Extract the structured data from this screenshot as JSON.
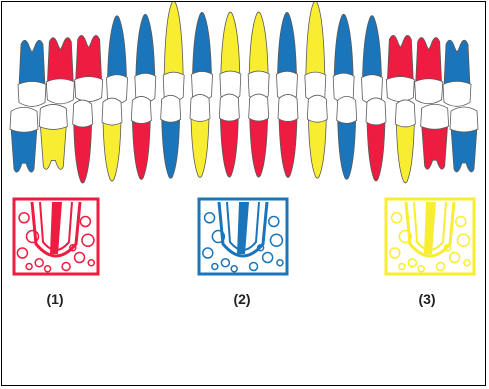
{
  "colors": {
    "red": "#ee1c40",
    "blue": "#1a75bb",
    "yellow": "#f9ed32",
    "outline": "#5a5a5a",
    "crown": "#ffffff"
  },
  "upper_teeth": [
    "blue",
    "red",
    "red",
    "blue",
    "blue",
    "yellow",
    "blue",
    "yellow",
    "yellow",
    "blue",
    "yellow",
    "blue",
    "blue",
    "red",
    "red",
    "blue"
  ],
  "lower_teeth": [
    "blue",
    "yellow",
    "red",
    "yellow",
    "red",
    "blue",
    "yellow",
    "red",
    "red",
    "red",
    "yellow",
    "blue",
    "red",
    "yellow",
    "red",
    "blue"
  ],
  "legend": [
    {
      "label": "(1)",
      "color": "red"
    },
    {
      "label": "(2)",
      "color": "blue"
    },
    {
      "label": "(3)",
      "color": "yellow"
    }
  ]
}
